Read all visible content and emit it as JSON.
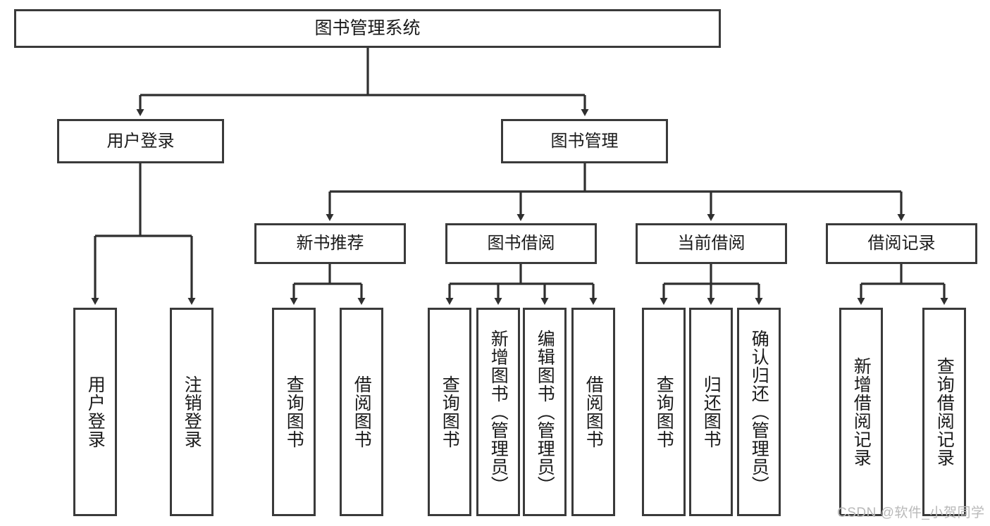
{
  "diagram": {
    "type": "hierarchy-tree",
    "orientation": "top-down",
    "root": {
      "label": "图书管理系统"
    },
    "level2": [
      {
        "label": "用户登录"
      },
      {
        "label": "图书管理"
      }
    ],
    "level3": [
      {
        "label": "新书推荐"
      },
      {
        "label": "图书借阅"
      },
      {
        "label": "当前借阅"
      },
      {
        "label": "借阅记录"
      }
    ],
    "leaves": {
      "user_login": [
        {
          "label": "用户登录"
        },
        {
          "label": "注销登录"
        }
      ],
      "new_book_recommend": [
        {
          "label": "查询图书"
        },
        {
          "label": "借阅图书"
        }
      ],
      "book_borrow": [
        {
          "label": "查询图书"
        },
        {
          "label": "新增图书（管理员）"
        },
        {
          "label": "编辑图书（管理员）"
        },
        {
          "label": "借阅图书"
        }
      ],
      "current_borrow": [
        {
          "label": "查询图书"
        },
        {
          "label": "归还图书"
        },
        {
          "label": "确认归还（管理员）"
        }
      ],
      "borrow_records": [
        {
          "label": "新增借阅记录"
        },
        {
          "label": "查询借阅记录"
        }
      ]
    },
    "watermark": "CSDN @软件_小贺同学",
    "colors": {
      "border": "#3a3a3a",
      "text": "#1a1a1a",
      "background": "#ffffff",
      "connector": "#2f2f2f",
      "watermark": "#b9b9b9"
    }
  }
}
